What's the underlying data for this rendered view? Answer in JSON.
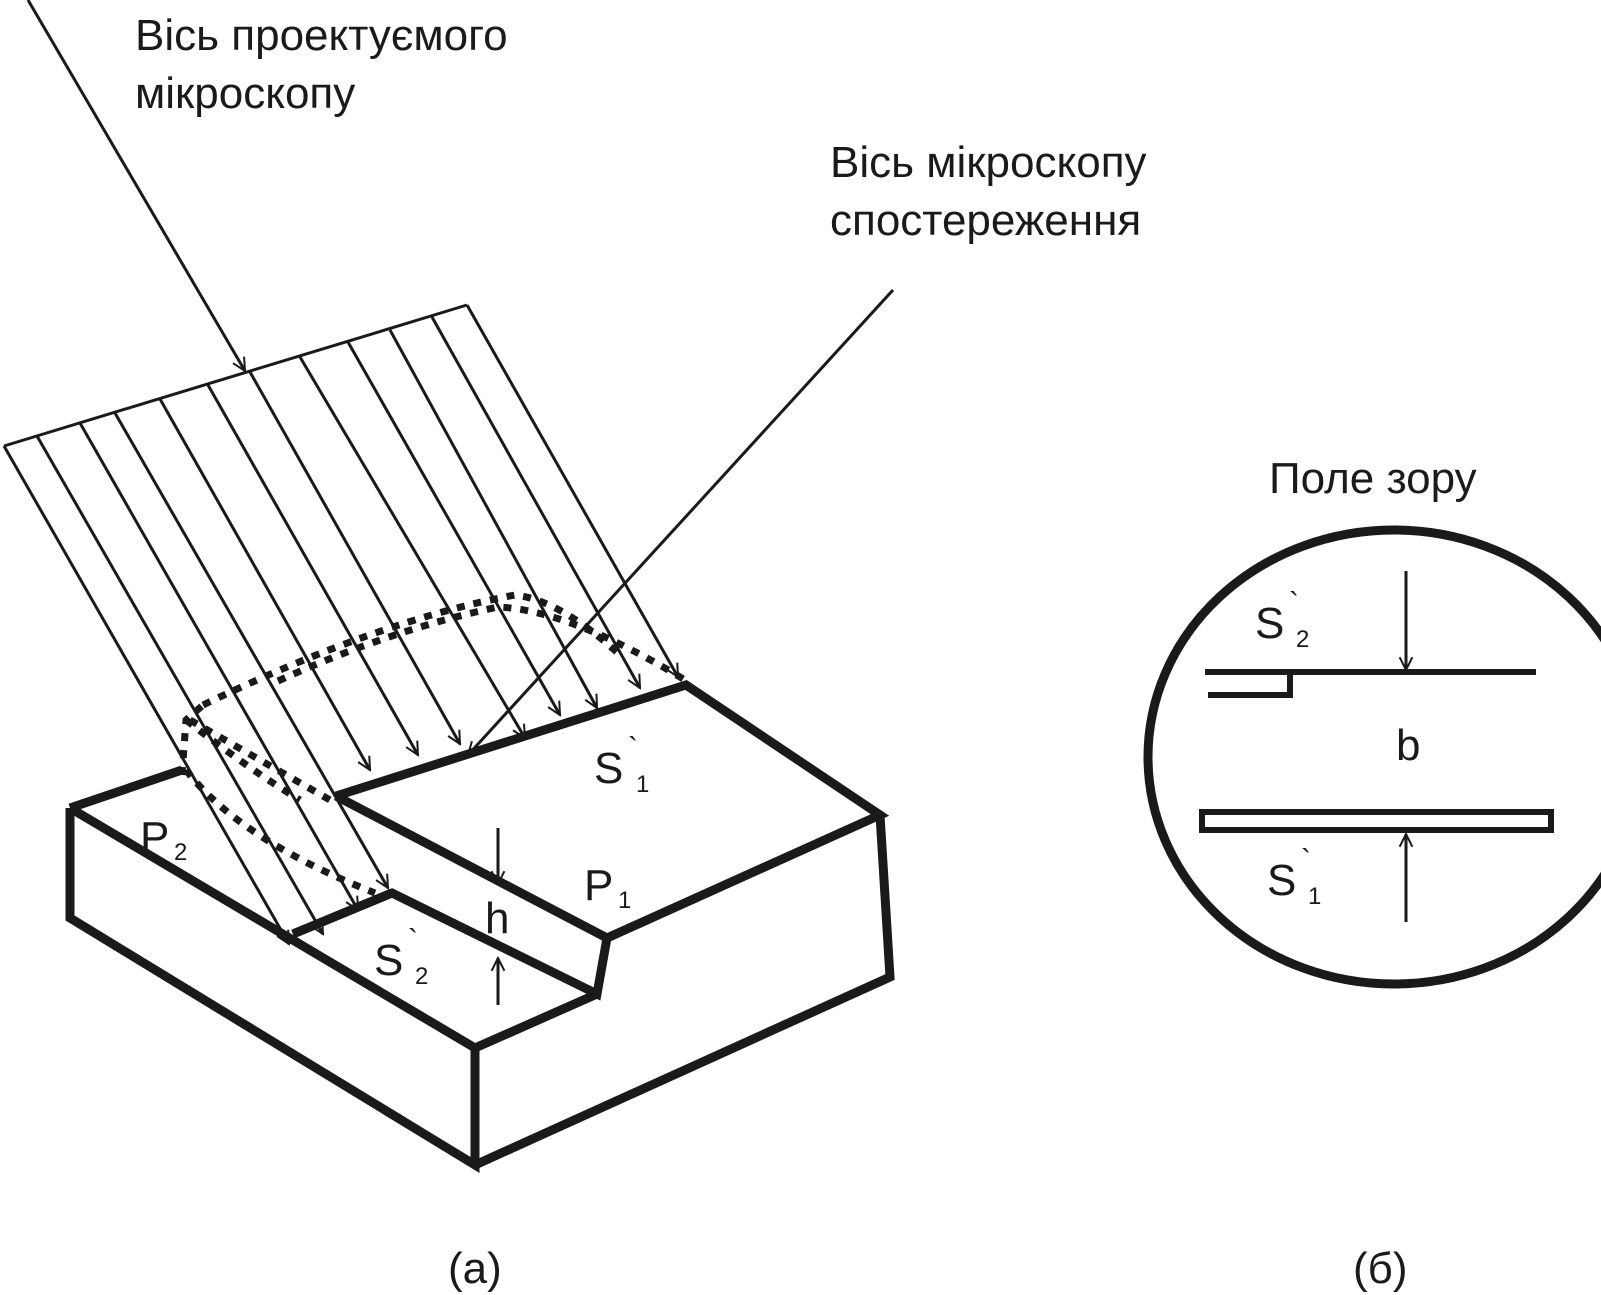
{
  "labels": {
    "projection_axis_line1": "Вісь проектуємого",
    "projection_axis_line2": "мікроскопу",
    "observation_axis_line1": "Вісь мікроскопу",
    "observation_axis_line2": "спостереження",
    "field_of_view": "Поле зору",
    "p2": "P",
    "p2_sub": "2",
    "p1": "P",
    "p1_sub": "1",
    "s1": "S",
    "s1_sub": "1",
    "s2": "S",
    "s2_sub": "2",
    "h": "h",
    "b": "b",
    "fov_s2": "S",
    "fov_s2_sub": "2",
    "fov_s1": "S",
    "fov_s1_sub": "1",
    "caption_a": "(а)",
    "caption_b": "(б)",
    "prime": "`"
  }
}
